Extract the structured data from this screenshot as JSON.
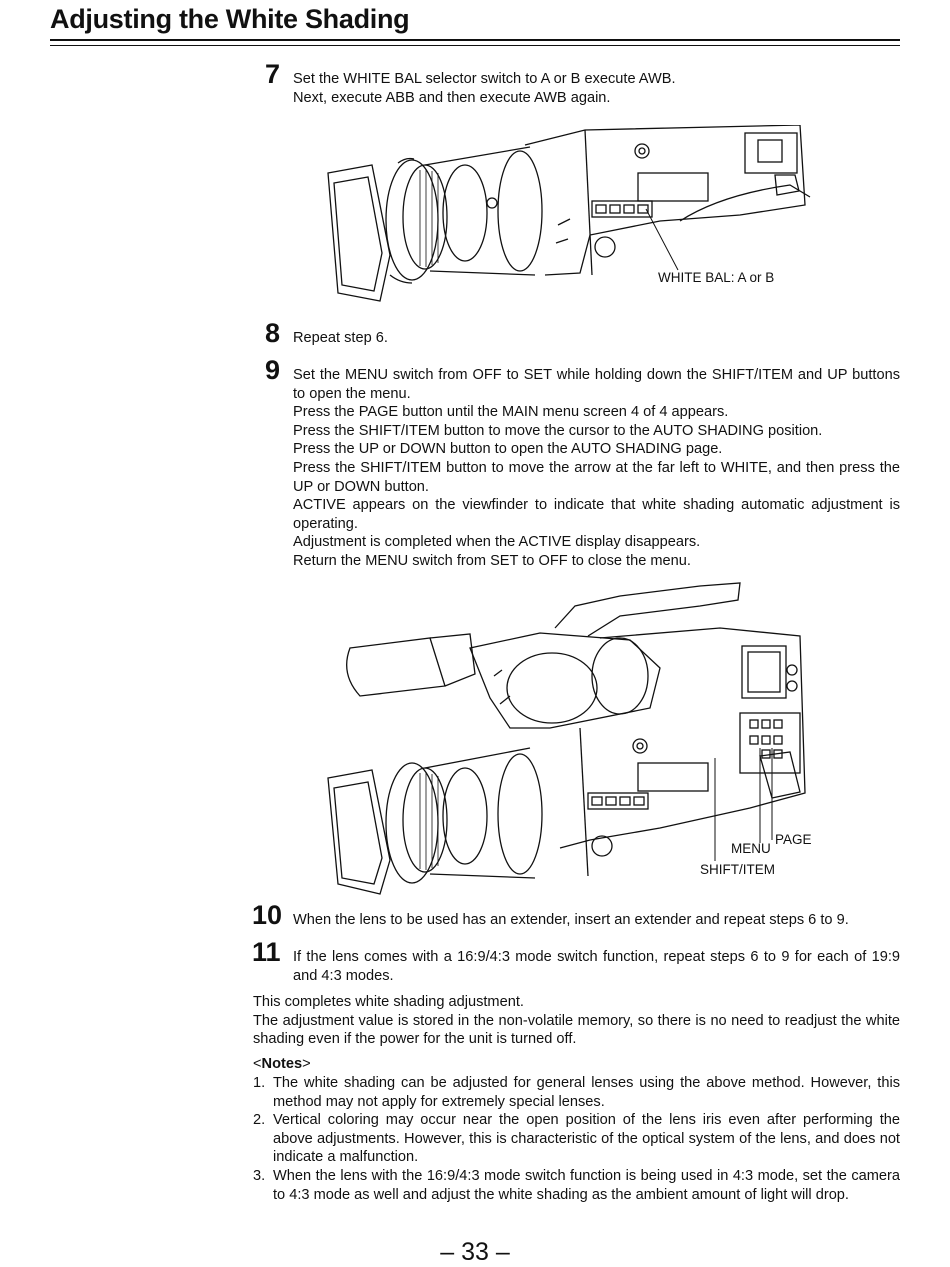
{
  "page": {
    "title": "Adjusting the White Shading",
    "page_number": "– 33 –"
  },
  "steps": [
    {
      "num": "7",
      "lines": [
        "Set the WHITE BAL selector switch to A or B execute AWB.",
        "Next, execute ABB and then execute AWB again."
      ]
    },
    {
      "num": "8",
      "lines": [
        "Repeat step 6."
      ]
    },
    {
      "num": "9",
      "lines": [
        "Set the MENU switch from OFF to SET while holding down the SHIFT/ITEM and UP buttons to open the menu.",
        "Press the PAGE button until the MAIN menu screen 4 of 4 appears.",
        "Press the SHIFT/ITEM button to move the cursor to the AUTO SHADING position.",
        "Press the UP or DOWN button to open the AUTO SHADING page.",
        "Press the SHIFT/ITEM button to move the arrow at the far left to WHITE, and then press the UP or DOWN button.",
        "ACTIVE appears on the viewfinder to indicate that white shading automatic adjustment is operating.",
        "Adjustment is completed when the ACTIVE display disappears.",
        "Return the MENU switch from SET to OFF to close the menu."
      ]
    },
    {
      "num": "10",
      "lines": [
        "When the lens to be used has an extender, insert an extender and repeat steps 6 to 9."
      ]
    },
    {
      "num": "11",
      "lines": [
        "If the lens comes with a 16:9/4:3 mode switch function, repeat steps 6 to 9 for each of 19:9 and 4:3 modes."
      ]
    }
  ],
  "figures": {
    "fig1_callout": "WHITE BAL:  A or B",
    "fig2_menu": "MENU",
    "fig2_page": "PAGE",
    "fig2_shift": "SHIFT/ITEM"
  },
  "closing": {
    "line1": "This completes white shading adjustment.",
    "line2": "The adjustment value is stored in the non-volatile memory, so there is no need to readjust the white shading even if the power for the unit is turned off."
  },
  "notes": {
    "open": "<",
    "heading": "Notes",
    "close": ">",
    "items": [
      {
        "n": "1.",
        "text": "The white shading can be adjusted for general lenses using the above method. However, this method may not apply for extremely special lenses."
      },
      {
        "n": "2.",
        "text": "Vertical coloring may occur near the open position of the lens iris even after performing the above adjustments. However, this is characteristic of the optical system of the lens, and does not indicate a malfunction."
      },
      {
        "n": "3.",
        "text": "When the lens with the 16:9/4:3 mode switch function is being used in 4:3 mode, set the camera to 4:3 mode as well and adjust the white shading as the ambient amount of light will drop."
      }
    ]
  }
}
